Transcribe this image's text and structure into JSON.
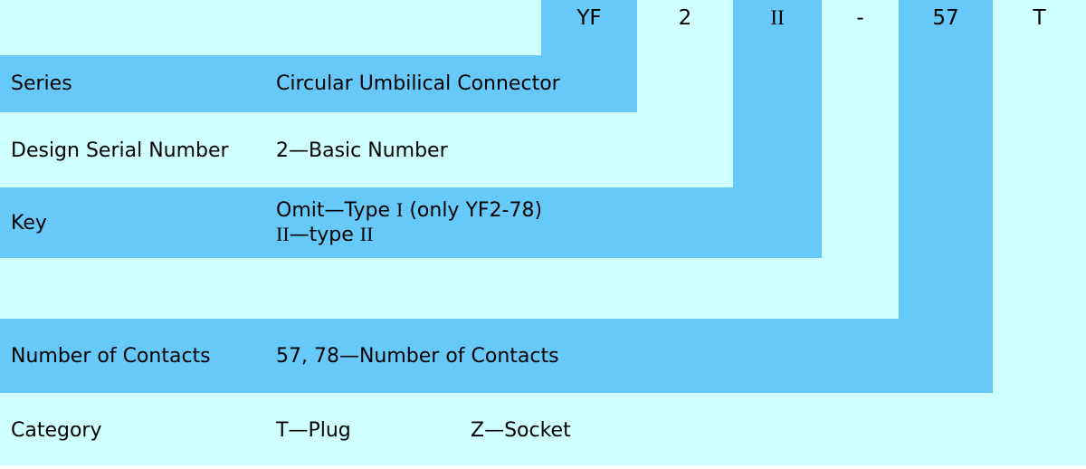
{
  "colors": {
    "bar_blue": "#66c9fa",
    "background_cyan": "#cfffff",
    "text": "#000000",
    "bottom_strip": "#ffffff"
  },
  "part_code": {
    "full_code": "YF 2 II - 57 T",
    "segments": [
      {
        "name": "series-code",
        "runs": [
          {
            "t": "YF"
          }
        ]
      },
      {
        "name": "design-serial-code",
        "runs": [
          {
            "t": "2"
          }
        ]
      },
      {
        "name": "key-code",
        "runs": [
          {
            "t": "II",
            "serif": true
          }
        ]
      },
      {
        "name": "separator",
        "runs": [
          {
            "t": "-"
          }
        ]
      },
      {
        "name": "contacts-code",
        "runs": [
          {
            "t": "57"
          }
        ]
      },
      {
        "name": "category-code",
        "runs": [
          {
            "t": "T"
          }
        ]
      }
    ]
  },
  "rows": {
    "series": {
      "label": "Series",
      "desc": "Circular Umbilical Connector"
    },
    "design": {
      "label": "Design Serial Number",
      "desc": "2—Basic Number"
    },
    "key": {
      "label": "Key",
      "desc_line1": [
        {
          "t": "Omit—Type "
        },
        {
          "t": "I",
          "serif": true
        },
        {
          "t": " (only YF2-78)"
        }
      ],
      "desc_line2": [
        {
          "t": "II",
          "serif": true
        },
        {
          "t": "—type "
        },
        {
          "t": "II",
          "serif": true
        }
      ]
    },
    "contacts": {
      "label": "Number of Contacts",
      "desc": "57, 78—Number of Contacts"
    },
    "category": {
      "label": "Category",
      "desc_plug": "T—Plug",
      "desc_socket": "Z—Socket"
    }
  }
}
